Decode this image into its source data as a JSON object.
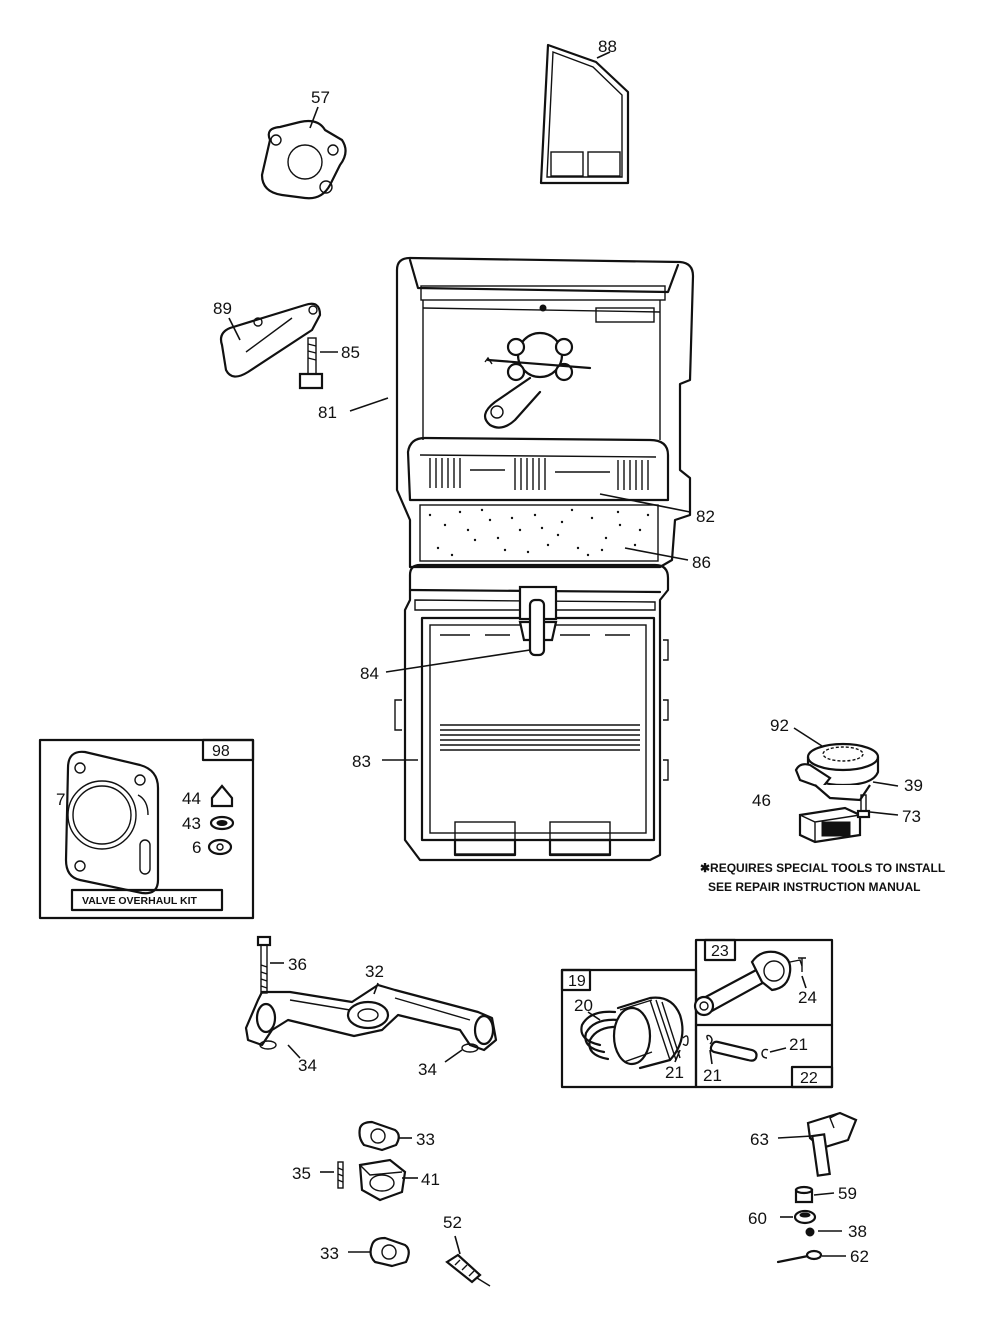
{
  "labels": {
    "p88": "88",
    "p57": "57",
    "p89": "89",
    "p85": "85",
    "p81": "81",
    "p82": "82",
    "p86": "86",
    "p84": "84",
    "p83": "83",
    "p92": "92",
    "p39": "39",
    "p46": "46",
    "p73": "73",
    "p36": "36",
    "p32": "32",
    "p34a": "34",
    "p34b": "34",
    "p33a": "33",
    "p35": "35",
    "p41": "41",
    "p33b": "33",
    "p52": "52",
    "p20": "20",
    "p21a": "21",
    "p24": "24",
    "p21b": "21",
    "p21c": "21",
    "p63": "63",
    "p59": "59",
    "p60": "60",
    "p38": "38",
    "p62": "62"
  },
  "kit98": {
    "box_number": "98",
    "p7": "7",
    "p44": "44",
    "p43": "43",
    "p6": "6",
    "title": "VALVE OVERHAUL KIT"
  },
  "box19": {
    "box_number": "19"
  },
  "box23": {
    "box_number": "23"
  },
  "box22": {
    "box_number": "22"
  },
  "note": {
    "line1": "✱REQUIRES SPECIAL TOOLS TO INSTALL",
    "line2": "SEE REPAIR INSTRUCTION MANUAL"
  }
}
